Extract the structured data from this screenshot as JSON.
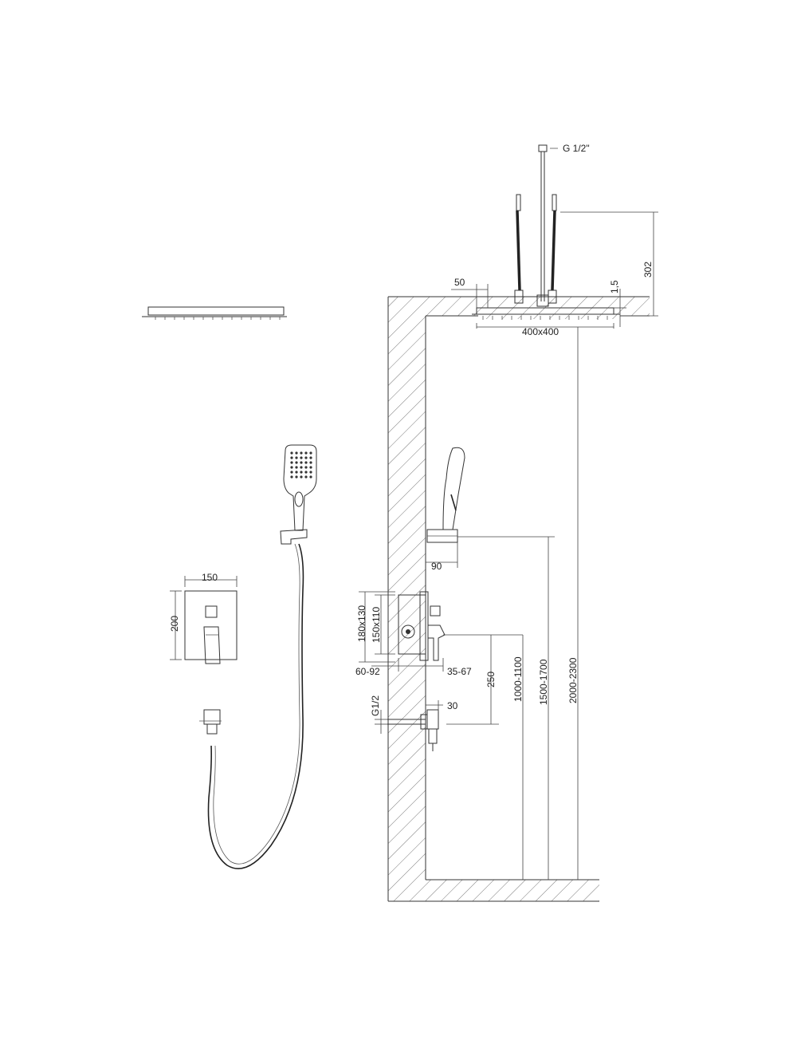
{
  "labels": {
    "thread_top": "G 1/2\"",
    "dim_302": "302",
    "dim_1_5": "1,5",
    "dim_50": "50",
    "dim_400x400": "400x400",
    "dim_90": "90",
    "dim_150": "150",
    "dim_200": "200",
    "dim_180x130": "180x130",
    "dim_150x110": "150x110",
    "dim_60_92": "60-92",
    "dim_35_67": "35-67",
    "dim_250": "250",
    "dim_1000_1100": "1000-1100",
    "dim_1500_1700": "1500-1700",
    "dim_2000_2300": "2000-2300",
    "thread_bottom": "G1/2",
    "dim_30": "30"
  }
}
